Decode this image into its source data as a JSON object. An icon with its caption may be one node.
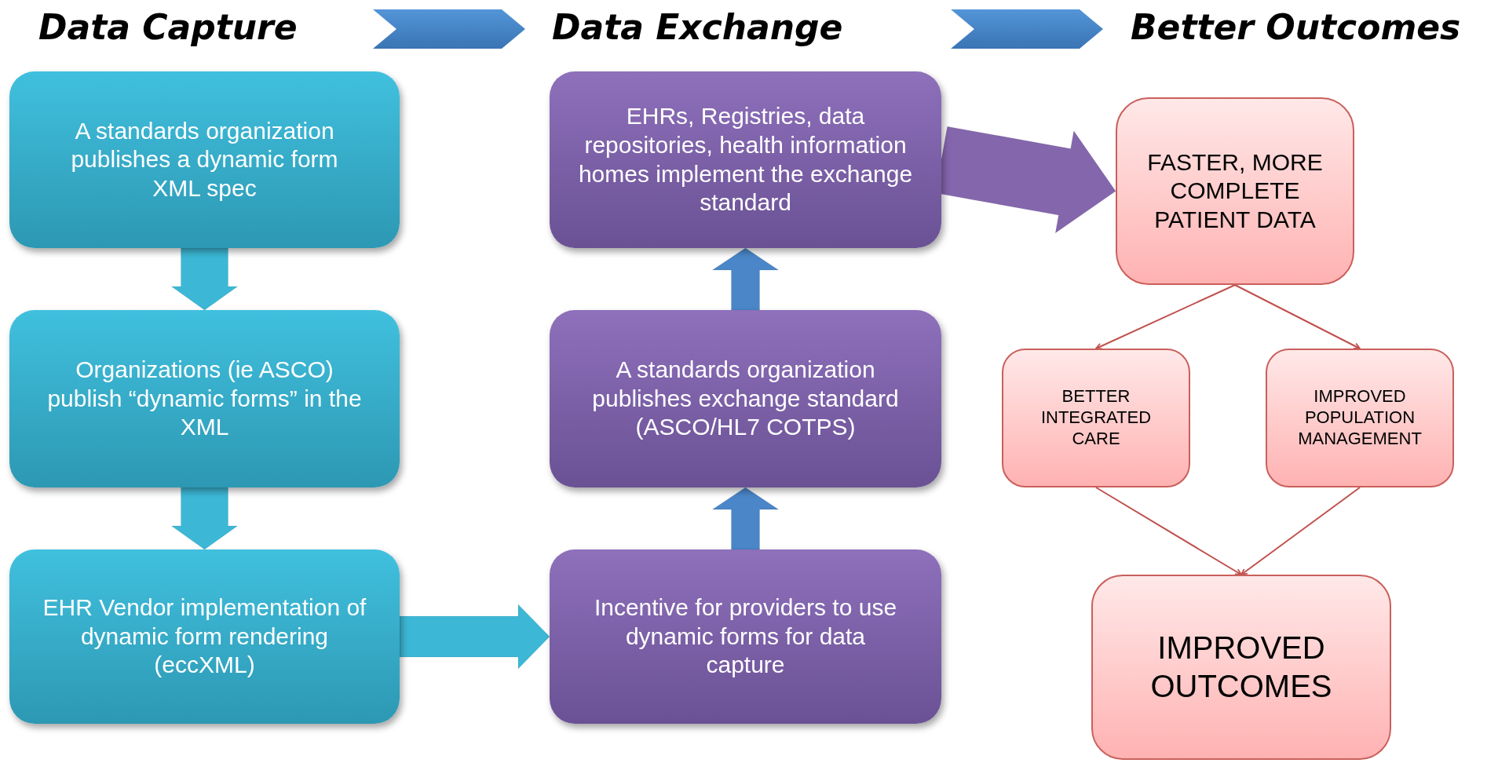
{
  "diagram": {
    "nodes": [
      {
        "text": [
          "A standards organization publishes a dynamic form XML spec"
        ]
      },
      {
        "text": [
          "Organizations (ie ASCO) publish “dynamic forms” in the XML"
        ]
      },
      {
        "text": [
          "EHR Vendor implementation of dynamic form rendering (eccXML)"
        ]
      },
      {
        "text": [
          "EHRs, Registries, data repositories, health information homes implement the exchange standard"
        ]
      },
      {
        "text": [
          "A standards organization publishes exchange standard (ASCO/HL7 COTPS)"
        ]
      },
      {
        "text": [
          "Incentive for providers to use dynamic forms for data capture"
        ]
      },
      {
        "text": [
          "FASTER, MORE COMPLETE PATIENT DATA"
        ]
      },
      {
        "text": [
          "BETTER INTEGRATED CARE"
        ]
      },
      {
        "text": [
          "IMPROVED POPULATION MANAGEMENT"
        ]
      },
      {
        "text": [
          "IMPROVED OUTCOMES"
        ]
      }
    ],
    "edges": [
      {
        "from": 0,
        "to": 1,
        "arrow": "to",
        "style": "thick",
        "color": "#3cb8d6"
      },
      {
        "from": 1,
        "to": 2,
        "arrow": "to",
        "style": "thick",
        "color": "#3cb8d6"
      },
      {
        "from": 2,
        "to": 5,
        "arrow": "to",
        "style": "thick",
        "color": "#3cb8d6"
      },
      {
        "from": 5,
        "to": 4,
        "arrow": "to",
        "style": "thick",
        "color": "#4a86c8"
      },
      {
        "from": 4,
        "to": 3,
        "arrow": "to",
        "style": "thick",
        "color": "#4a86c8"
      },
      {
        "from": 3,
        "to": 6,
        "arrow": "to",
        "style": "thick",
        "color": "#8466ad"
      },
      {
        "from": 6,
        "to": 7,
        "arrow": "to",
        "color": "#c0504d"
      },
      {
        "from": 6,
        "to": 8,
        "arrow": "to",
        "color": "#c0504d"
      },
      {
        "from": 7,
        "to": 9,
        "arrow": "to",
        "color": "#c0504d"
      },
      {
        "from": 8,
        "to": 9,
        "arrow": "to",
        "color": "#c0504d"
      }
    ],
    "labels": [
      "Data Capture",
      "Data Exchange",
      "Better Outcomes"
    ]
  }
}
